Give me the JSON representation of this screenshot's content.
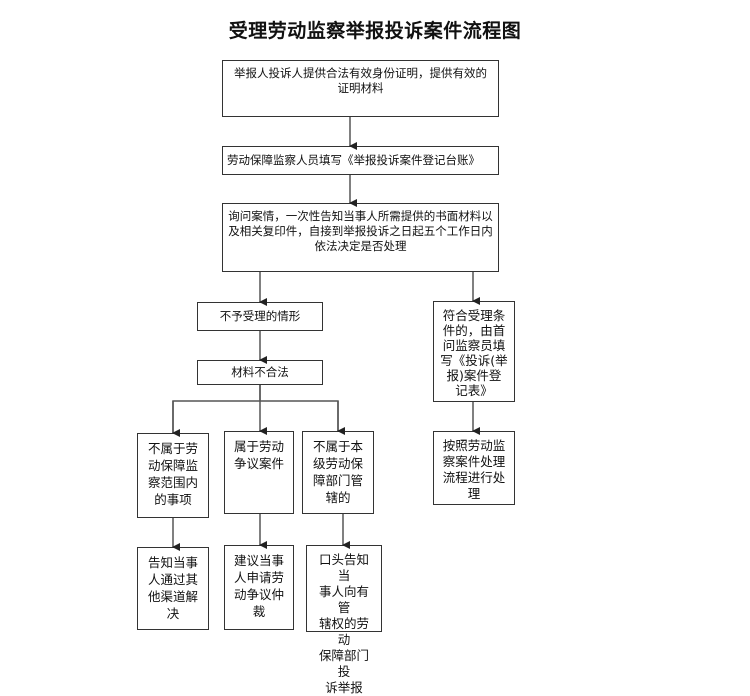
{
  "title": "受理劳动监察举报投诉案件流程图",
  "steps": {
    "s1": "举报人投诉人提供合法有效身份证明，提供有效的\n证明材料",
    "s2": "劳动保障监察人员填写《举报投诉案件登记台账》",
    "s3": "询问案情，一次性告知当事人所需提供的书面材料以\n及相关复印件，自接到举报投诉之日起五个工作日内\n依法决定是否处理",
    "reject": "不予受理的情形",
    "illegal_material": "材料不合法",
    "accept": "符合受理条\n件的，由首\n问监察员填\n写《投诉(举\n报)案件登\n记表》",
    "accept_next": "按照劳动监\n察案件处理\n流程进行处\n理",
    "branch_a": "不属于劳\n动保障监\n察范围内\n的事项",
    "branch_b": "属于劳动\n争议案件",
    "branch_c": "不属于本\n级劳动保\n障部门管\n辖的",
    "result_a": "告知当事\n人通过其\n他渠道解\n决",
    "result_b": "建议当事\n人申请劳\n动争议仲\n裁",
    "result_c": "口头告知当\n事人向有管\n辖权的劳动\n保障部门投\n诉举报"
  },
  "colors": {
    "line": "#555555",
    "border": "#333333"
  }
}
